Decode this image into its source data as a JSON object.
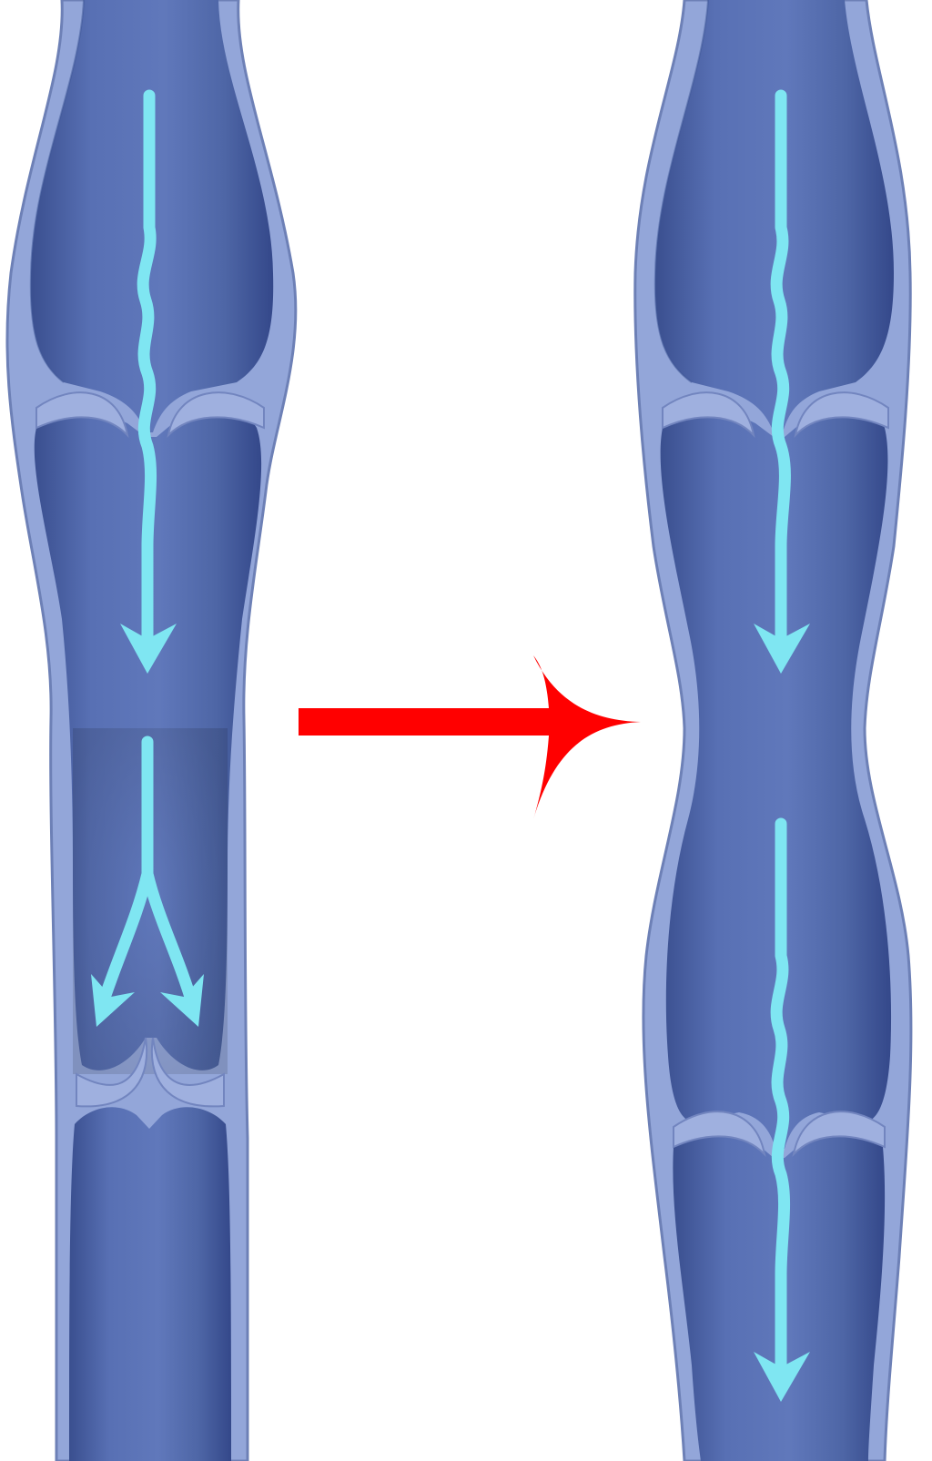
{
  "diagram": {
    "panels": [
      {
        "id": "left-vein",
        "flow_at_lower_valve": "reflux"
      },
      {
        "id": "right-vein",
        "flow_at_lower_valve": "forward"
      }
    ],
    "colors": {
      "vein_wall": "#93a6d9",
      "vein_lumen": "#4f66a8",
      "blood_flow_arrow": "#7fe6f2",
      "transition_arrow": "#ff0000",
      "background": "#ffffff"
    },
    "icons": [
      "flow-arrow-icon",
      "transition-arrow-icon"
    ]
  }
}
